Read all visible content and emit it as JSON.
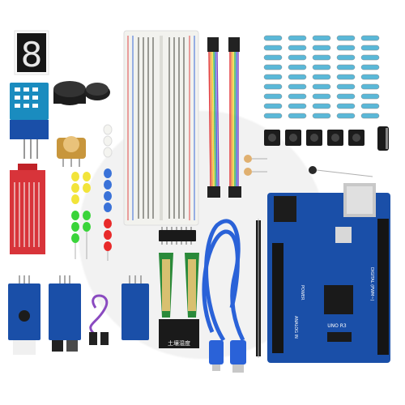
{
  "photo": {
    "subject": "arduino-electronics-starter-kit",
    "background_color": "#ffffff",
    "pcb_blue": "#1a4fa8",
    "breadboard_color": "#f2f2ee",
    "cable_blue": "#2a62d8"
  },
  "seven_segment": {
    "digit": "8"
  },
  "printed": {
    "board_silk_power": "POWER",
    "board_silk_analog": "ANALOG IN",
    "board_silk_digital": "DIGITAL (PWM~)",
    "board_silk_model": "UNO R3",
    "sensor_text": "土壤湿度"
  },
  "icons": {
    "usb_cable": "usb-cable-icon",
    "leds": "led-icon",
    "resistors": "resistor-icon",
    "buttons": "tactile-button-icon"
  }
}
